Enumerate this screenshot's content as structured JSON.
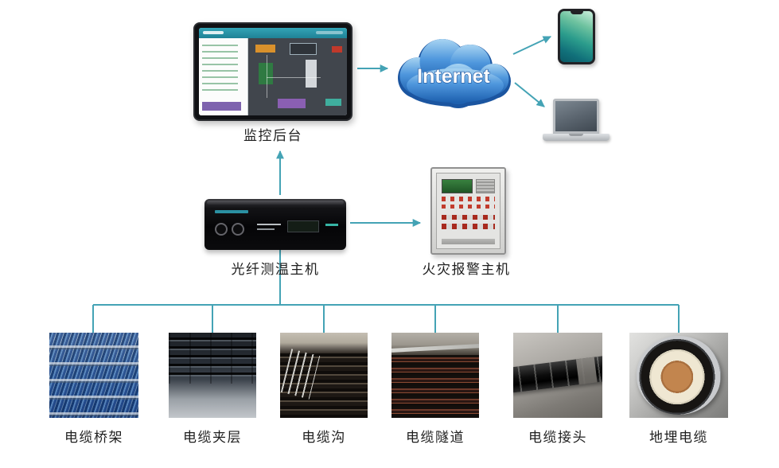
{
  "nodes": {
    "monitor": {
      "label": "监控后台"
    },
    "internet": {
      "label": "Internet"
    },
    "fiber_host": {
      "label": "光纤测温主机"
    },
    "fire_alarm": {
      "label": "火灾报警主机"
    }
  },
  "sources": [
    {
      "label": "电缆桥架"
    },
    {
      "label": "电缆夹层"
    },
    {
      "label": "电缆沟"
    },
    {
      "label": "电缆隧道"
    },
    {
      "label": "电缆接头"
    },
    {
      "label": "地埋电缆"
    }
  ],
  "colors": {
    "connector": "#44a3b5",
    "cloud_top": "#a8d4f2",
    "cloud_bottom": "#1c5fae",
    "cloud_outline": "#1b55a0",
    "label_text": "#1f1f1f"
  }
}
